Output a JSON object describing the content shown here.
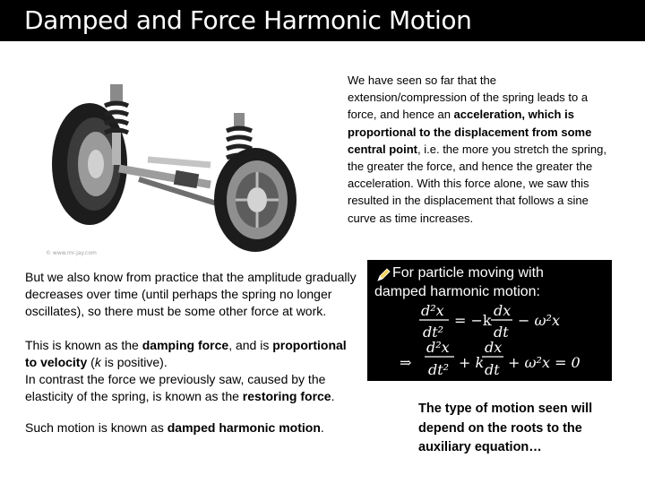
{
  "slide": {
    "title": "Damped and Force Harmonic Motion",
    "image_credit": "© www.mr-jay.com",
    "intro": {
      "p1": "We have seen so far that the extension/compression of the spring leads to a force, and hence an ",
      "p2": "acceleration, which is proportional to the displacement from some central point",
      "p3": ", i.e. the more you stretch the spring, the greater the force, and hence the greater the acceleration. With this force alone, we saw this resulted in the displacement that follows a sine curve as time increases."
    },
    "left": {
      "para1": "But we also know from practice that the amplitude gradually decreases over time (until perhaps the spring no longer oscillates), so there must be some other force at work.",
      "damping_pre": "This is known as the ",
      "damping_term": "damping force",
      "damping_mid": ", and is ",
      "proportional": "proportional to velocity",
      "k_open": " (",
      "k_symbol": "k",
      "k_close": " is positive).",
      "restoring_pre": "In contrast the force we previously saw, caused by the elasticity of the spring, is known as the ",
      "restoring_term": "restoring force",
      "restoring_post": ".",
      "such_pre": "Such motion is known as ",
      "such_term": "damped harmonic motion",
      "such_post": "."
    },
    "equation_box": {
      "line1": "For particle moving with",
      "line2": "damped harmonic motion:",
      "eq1": {
        "lhs_num": "d²x",
        "lhs_den": "dt²",
        "equals": "= −k",
        "mid_num": "dx",
        "mid_den": "dt",
        "rhs": "− ω²x"
      },
      "eq2": {
        "implies": "⇒",
        "lhs_num": "d²x",
        "lhs_den": "dt²",
        "plus_k": "+ k",
        "mid_num": "dx",
        "mid_den": "dt",
        "rhs": "+ ω²x = 0"
      }
    },
    "roots_text": "The type of motion seen will depend on the roots to the auxiliary equation…"
  }
}
